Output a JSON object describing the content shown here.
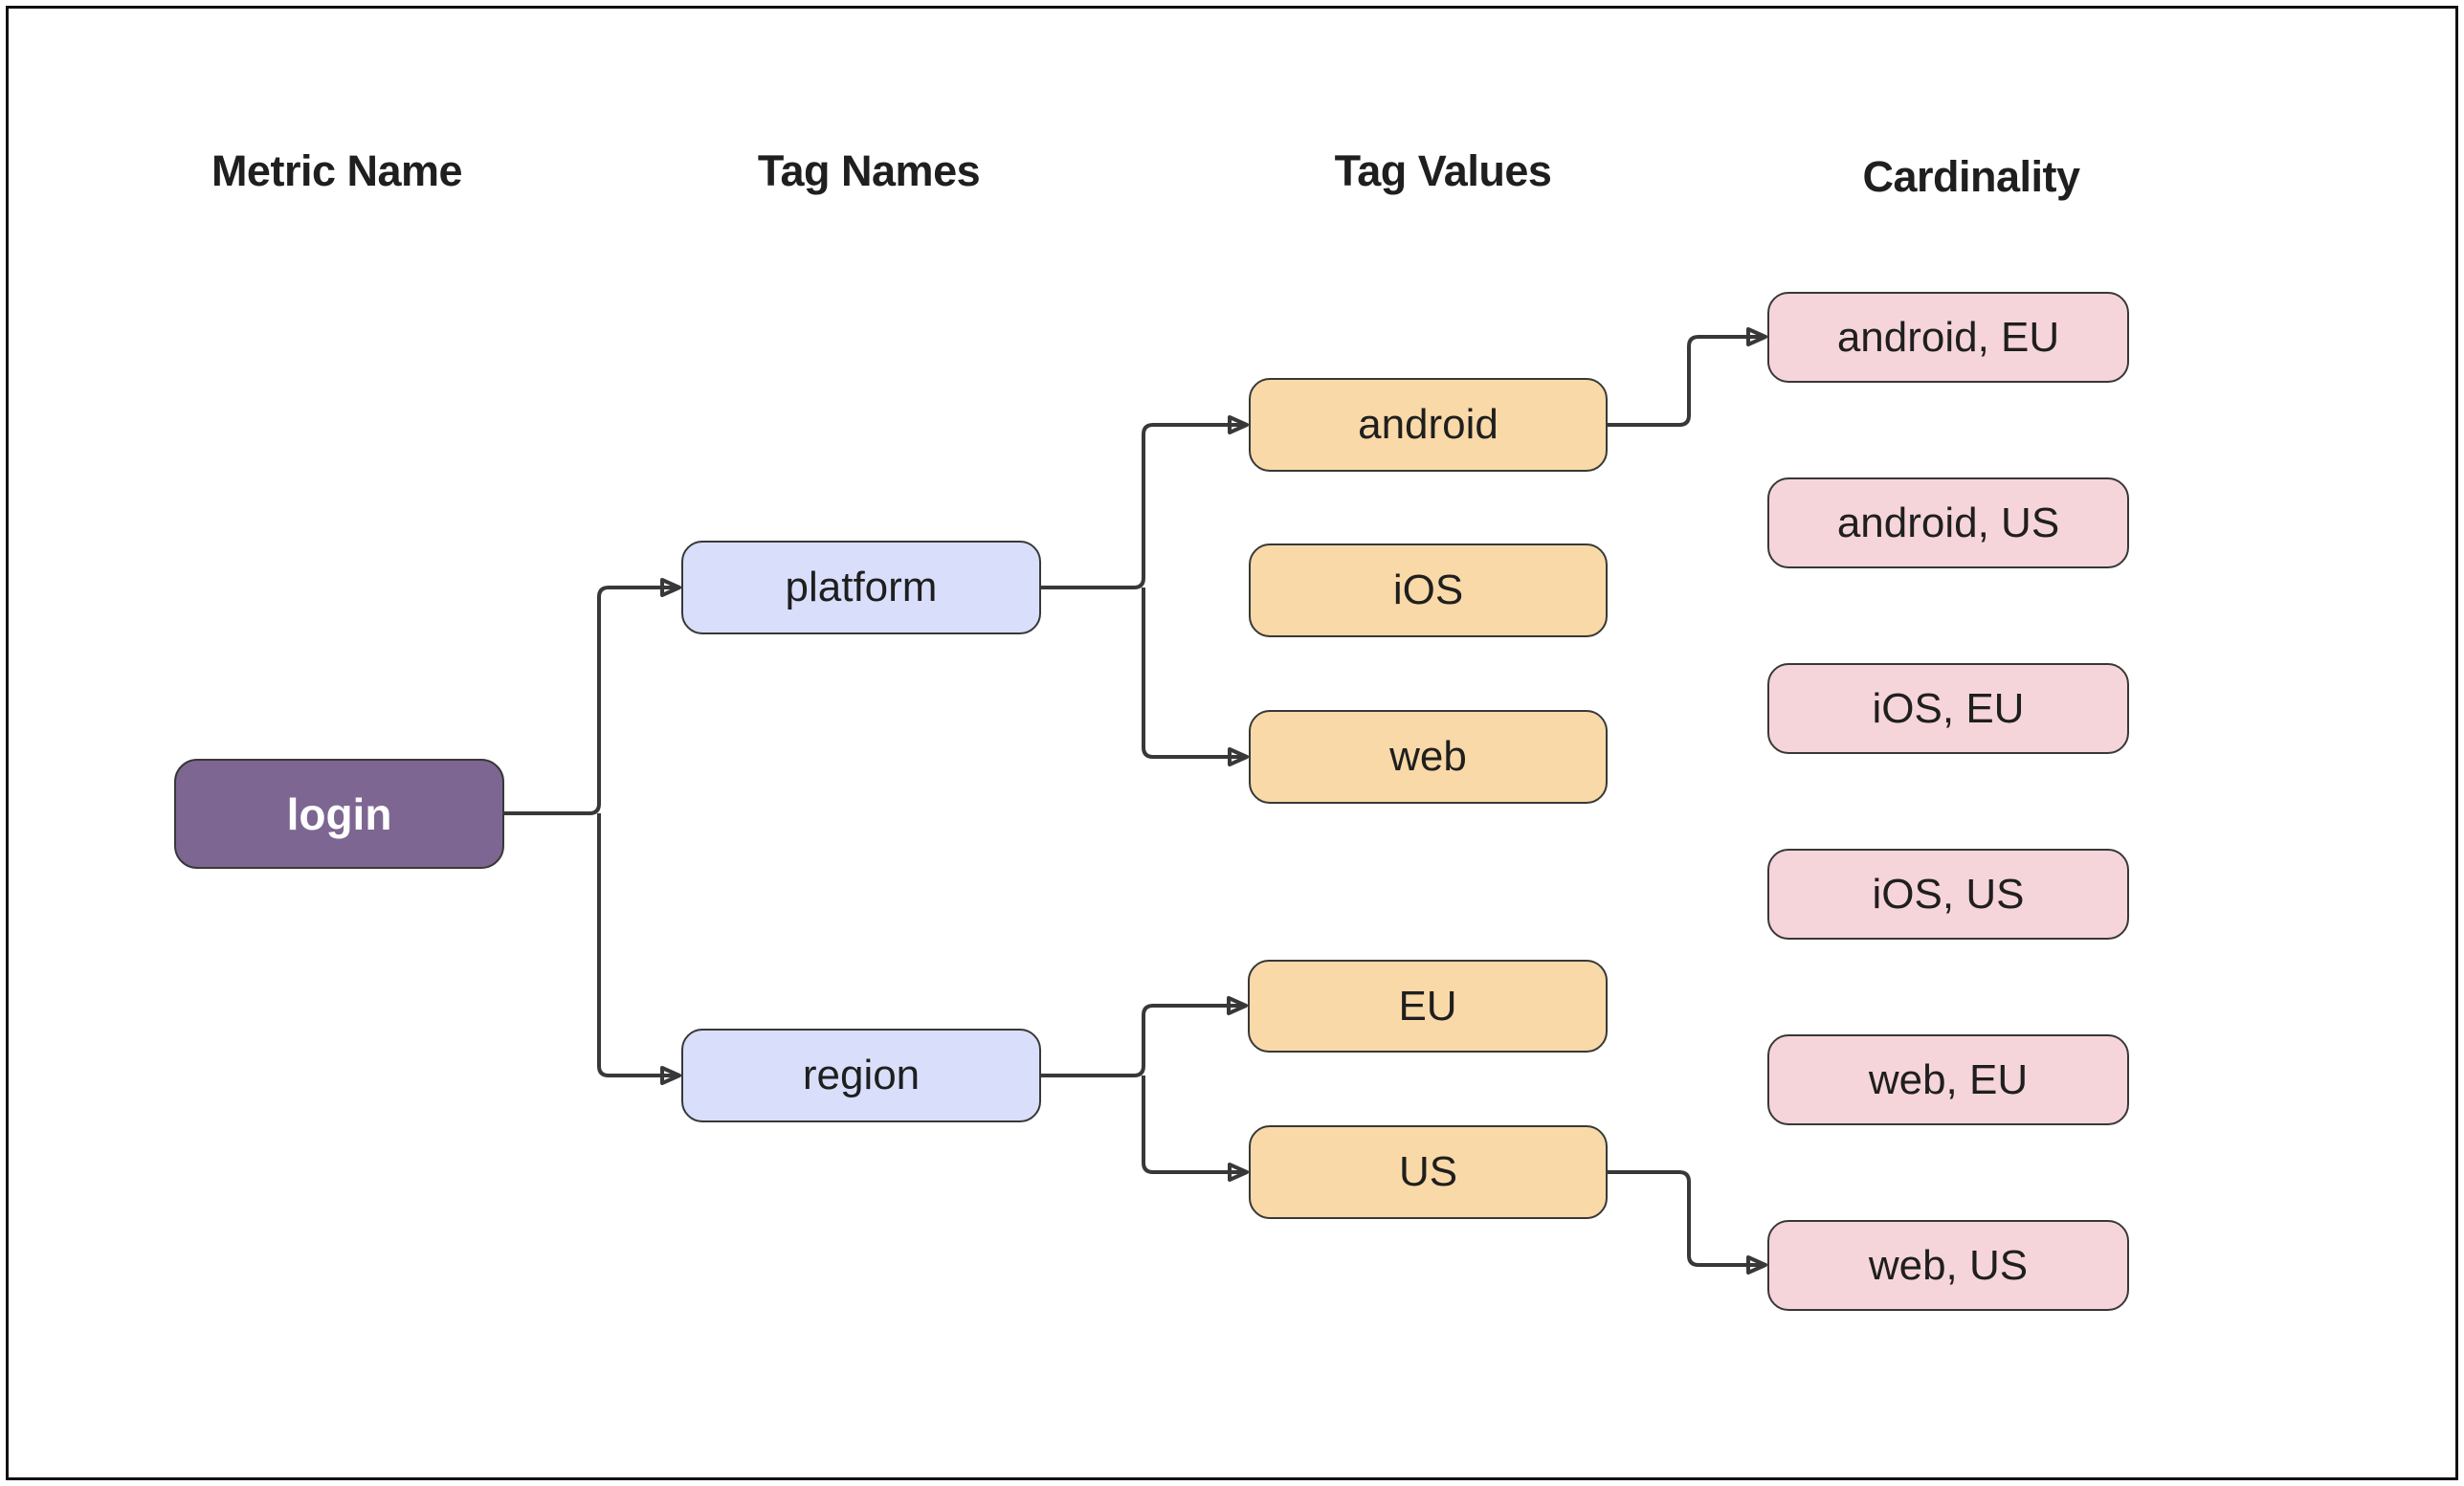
{
  "colors": {
    "canvas_bg": "#ffffff",
    "frame_border": "#111111",
    "metric_fill": "#7D6692",
    "metric_text": "#ffffff",
    "tagname_fill": "#D9DFFB",
    "tagvalue_fill": "#F9D9A7",
    "cardinality_fill": "#F6D5DA",
    "node_border": "#383838",
    "node_text": "#1f1f1f",
    "edge_stroke": "#383838",
    "header_text": "#1f1f1f"
  },
  "headers": [
    {
      "key": "metric-name",
      "label": "Metric Name"
    },
    {
      "key": "tag-names",
      "label": "Tag Names"
    },
    {
      "key": "tag-values",
      "label": "Tag Values"
    },
    {
      "key": "cardinality",
      "label": "Cardinality"
    }
  ],
  "nodes": [
    {
      "id": "login",
      "label": "login",
      "column": "metric-name"
    },
    {
      "id": "platform",
      "label": "platform",
      "column": "tag-names"
    },
    {
      "id": "region",
      "label": "region",
      "column": "tag-names"
    },
    {
      "id": "android",
      "label": "android",
      "column": "tag-values"
    },
    {
      "id": "ios",
      "label": "iOS",
      "column": "tag-values"
    },
    {
      "id": "web",
      "label": "web",
      "column": "tag-values"
    },
    {
      "id": "eu",
      "label": "EU",
      "column": "tag-values"
    },
    {
      "id": "us",
      "label": "US",
      "column": "tag-values"
    },
    {
      "id": "android-eu",
      "label": "android, EU",
      "column": "cardinality"
    },
    {
      "id": "android-us",
      "label": "android, US",
      "column": "cardinality"
    },
    {
      "id": "ios-eu",
      "label": "iOS, EU",
      "column": "cardinality"
    },
    {
      "id": "ios-us",
      "label": "iOS, US",
      "column": "cardinality"
    },
    {
      "id": "web-eu",
      "label": "web, EU",
      "column": "cardinality"
    },
    {
      "id": "web-us",
      "label": "web, US",
      "column": "cardinality"
    }
  ],
  "edges": [
    {
      "from": "login",
      "to": "platform"
    },
    {
      "from": "login",
      "to": "region"
    },
    {
      "from": "platform",
      "to": "android"
    },
    {
      "from": "platform",
      "to": "web"
    },
    {
      "from": "region",
      "to": "eu"
    },
    {
      "from": "region",
      "to": "us"
    },
    {
      "from": "android",
      "to": "android-eu"
    },
    {
      "from": "us",
      "to": "web-us"
    }
  ]
}
